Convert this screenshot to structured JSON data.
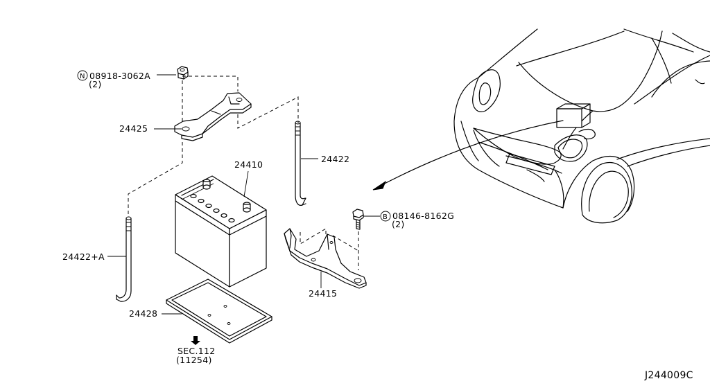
{
  "parts": {
    "nut_code": "08918-3062A",
    "nut_qty": "(2)",
    "nut_symbol": "N",
    "bolt_code": "08146-8162G",
    "bolt_qty": "(2)",
    "bolt_symbol": "B",
    "bracket_upper": "24425",
    "rod_right": "24422",
    "battery": "24410",
    "rod_left": "24422+A",
    "bracket_lower": "24415",
    "tray": "24428"
  },
  "section_ref": {
    "line1": "SEC.112",
    "line2": "(11254)"
  },
  "diagram_id": "J244009C"
}
